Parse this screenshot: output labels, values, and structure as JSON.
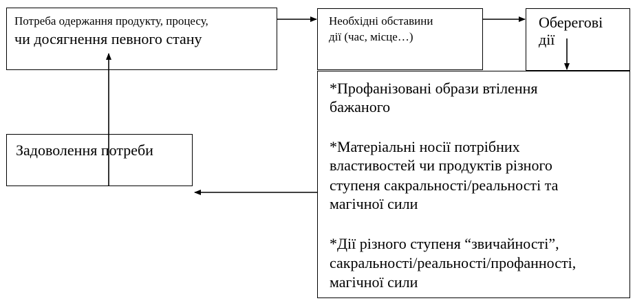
{
  "need_box": {
    "line1": "Потреба одержання продукту, процесу,",
    "line2": "чи досягнення певного стану"
  },
  "circumstances_box": {
    "line1": "Необхідні обставини",
    "line2": "дії (час, місце…)"
  },
  "protective_box": {
    "line1": "Оберегові",
    "line2": "дії"
  },
  "satisfaction_box": {
    "label": "Задоволення потреби"
  },
  "forms_box": {
    "item1": [
      "*Профанізовані образи втілення",
      "бажаного"
    ],
    "item2": [
      "*Матеріальні носії потрібних",
      "властивостей чи продуктів різного",
      "ступеня сакральності/реальності та",
      "магічної сили"
    ],
    "item3": [
      "*Дії різного ступеня “звичайності”,",
      "сакральності/реальності/профанності,",
      "магічної сили"
    ]
  }
}
